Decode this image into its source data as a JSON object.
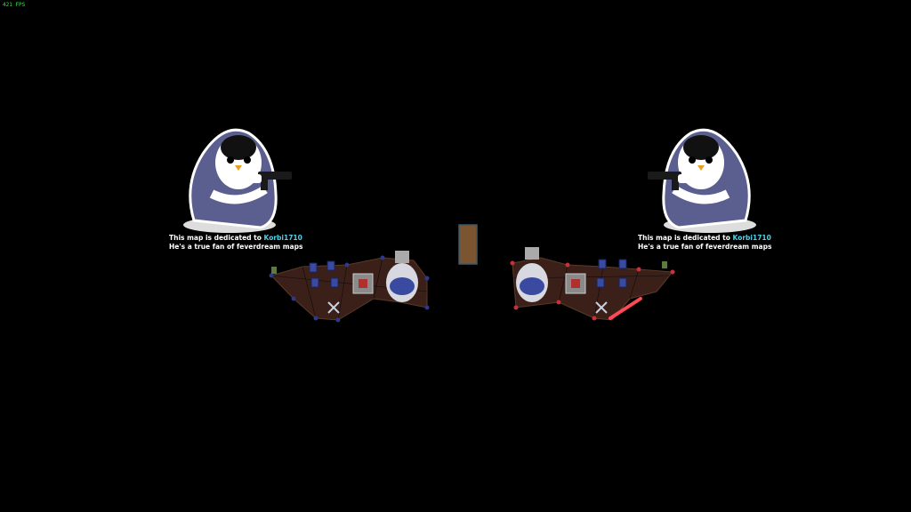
{
  "hud": {
    "fps_text": "421 FPS",
    "fps_color": "#3ee04a"
  },
  "dedication_left": {
    "line1_prefix": "This map is dedicated to ",
    "line1_name": "Korbi1710",
    "line2": "He's a true fan of feverdream maps",
    "name_color": "#4fd0e8"
  },
  "dedication_right": {
    "line1_prefix": "This map is dedicated to ",
    "line1_name": "Korbi1710",
    "line2": "He's a true fan of feverdream maps",
    "name_color": "#4fd0e8"
  },
  "colors": {
    "background": "#000000",
    "penguin_hood": "#5a5f8f",
    "platform": "#3a2018",
    "blue_team": "#2b3a8c",
    "red_team": "#c8303a",
    "center_wall": "#7a5530"
  },
  "icons": {
    "left_picture": "penguin-holding-gun",
    "right_picture": "penguin-holding-gun",
    "center_object": "wooden-wall"
  }
}
